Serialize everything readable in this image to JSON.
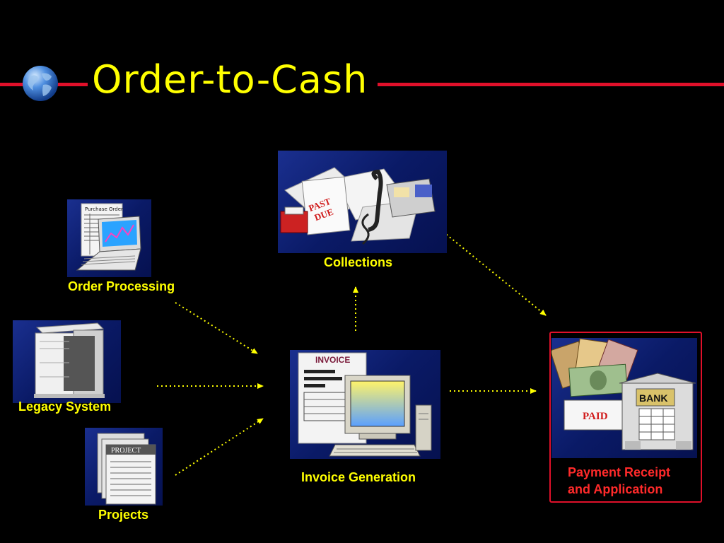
{
  "slide": {
    "title": "Order-to-Cash"
  },
  "nodes": {
    "order_processing": {
      "label": "Order Processing",
      "doc_text": "Purchase Order"
    },
    "legacy_system": {
      "label": "Legacy System"
    },
    "projects": {
      "label": "Projects",
      "doc_text": "PROJECT"
    },
    "invoice_generation": {
      "label": "Invoice Generation",
      "doc_text": "INVOICE"
    },
    "collections": {
      "label": "Collections",
      "stamp_line1": "PAST",
      "stamp_line2": "DUE"
    },
    "payment": {
      "label": "Payment Receipt and Application",
      "bank_text": "BANK",
      "stamp_text": "PAID"
    }
  },
  "colors": {
    "background": "#000000",
    "title": "#ffff00",
    "rule": "#e0102a",
    "label": "#ffff00",
    "payment_label": "#ff2a2a",
    "arrow": "#ffff00"
  }
}
